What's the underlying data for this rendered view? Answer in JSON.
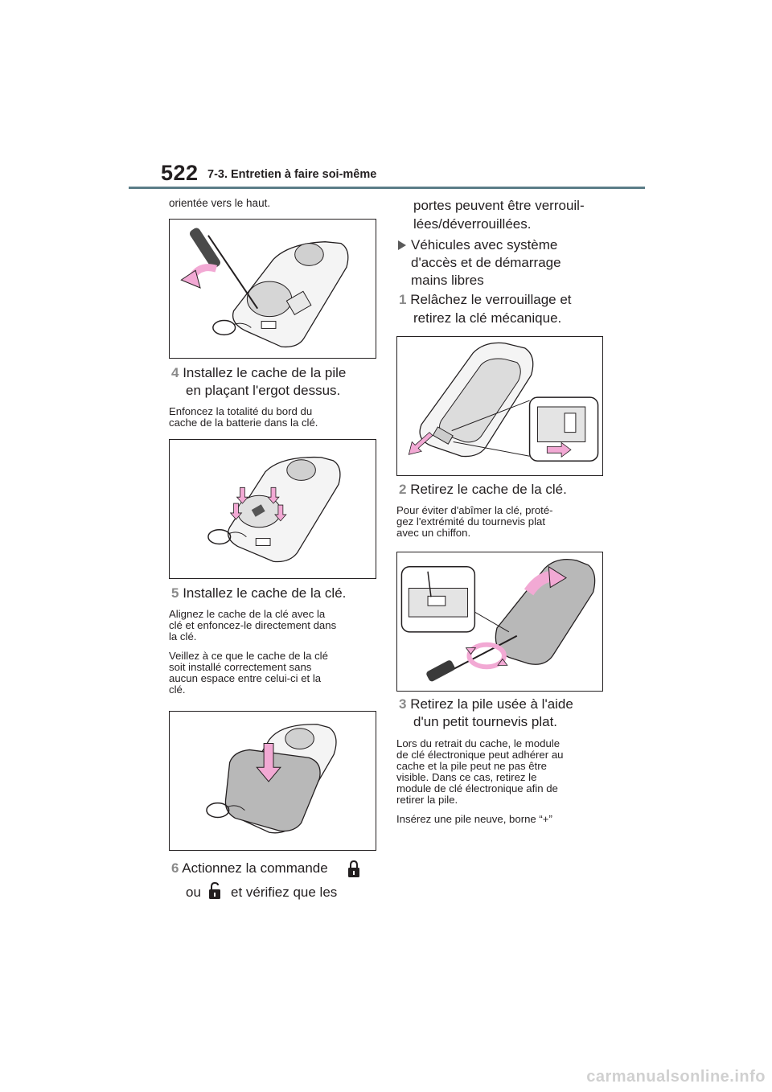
{
  "header": {
    "page_number": "522",
    "section_title": "7-3. Entretien à faire soi-même"
  },
  "left_column": {
    "intro_text": "orientée vers le haut.",
    "step4": {
      "number": "4",
      "title_line1": "Installez le cache de la pile",
      "title_line2": "en plaçant l'ergot dessus."
    },
    "step4_note_line1": "Enfoncez la totalité du bord du",
    "step4_note_line2": "cache de la batterie dans la clé.",
    "step5": {
      "number": "5",
      "title": "Installez le cache de la clé."
    },
    "step5_note1_line1": "Alignez le cache de la clé avec la",
    "step5_note1_line2": "clé et enfoncez-le directement dans",
    "step5_note1_line3": "la clé.",
    "step5_note2_line1": "Veillez à ce que le cache de la clé",
    "step5_note2_line2": "soit installé correctement sans",
    "step5_note2_line3": "aucun espace entre celui-ci et la",
    "step5_note2_line4": "clé.",
    "step6": {
      "number": "6",
      "title_line1": "Actionnez la commande",
      "title_line2_a": "ou",
      "title_line2_b": "et vérifiez que les"
    }
  },
  "right_column": {
    "cont_line1": "portes peuvent être verrouil-",
    "cont_line2": "lées/déverrouillées.",
    "subheading_line1": "Véhicules avec système",
    "subheading_line2": "d'accès et de démarrage",
    "subheading_line3": "mains libres",
    "step1": {
      "number": "1",
      "title_line1": "Relâchez le verrouillage et",
      "title_line2": "retirez la clé mécanique."
    },
    "step2": {
      "number": "2",
      "title": "Retirez le cache de la clé."
    },
    "step2_note_line1": "Pour éviter d'abîmer la clé, proté-",
    "step2_note_line2": "gez l'extrémité du tournevis plat",
    "step2_note_line3": "avec un chiffon.",
    "step3": {
      "number": "3",
      "title_line1": "Retirez la pile usée à l'aide",
      "title_line2": "d'un petit tournevis plat."
    },
    "step3_note1_line1": "Lors du retrait du cache, le module",
    "step3_note1_line2": "de clé électronique peut adhérer au",
    "step3_note1_line3": "cache et la pile peut ne pas être",
    "step3_note1_line4": "visible. Dans ce cas, retirez le",
    "step3_note1_line5": "module de clé électronique afin de",
    "step3_note1_line6": "retirer la pile.",
    "step3_note2": "Insérez une pile neuve, borne “+”"
  },
  "footer": {
    "watermark": "carmanualsonline.info"
  },
  "icons": {
    "lock": "lock-icon",
    "unlock": "unlock-icon",
    "step_marker": "triangle-marker-icon"
  },
  "colors": {
    "rule": "#5b7d87",
    "arrow_pink": "#f2a9d4",
    "step_number": "#8a8a8a",
    "key_gray": "#c8c8c8"
  }
}
